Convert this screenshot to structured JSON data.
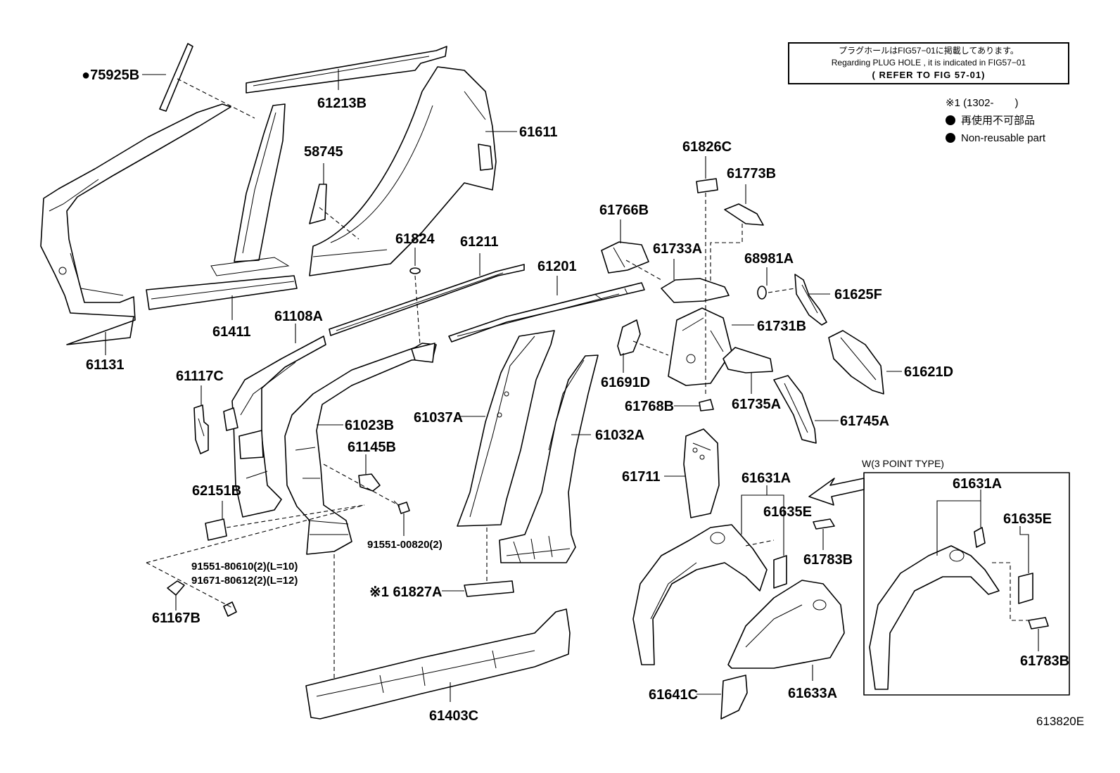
{
  "note": {
    "line1": "プラグホールはFIG57−01に掲載してあります。",
    "line2": "Regarding PLUG HOLE , it is indicated in FIG57−01",
    "line3": "( REFER TO FIG 57-01)"
  },
  "legend": {
    "range": "※1 (1302-　　)",
    "jp": "再使用不可部品",
    "en": "Non-reusable part"
  },
  "diagram_id": "613820E",
  "inset_title": "W(3 POINT TYPE)",
  "labels": {
    "p75925B": "●75925B",
    "p61213B": "61213B",
    "p61611": "61611",
    "p58745": "58745",
    "p61824": "61824",
    "p61211": "61211",
    "p61201": "61201",
    "p61411": "61411",
    "p61131": "61131",
    "p61108A": "61108A",
    "p61117C": "61117C",
    "p62151B": "62151B",
    "p61023B": "61023B",
    "p61145B": "61145B",
    "p9155100820": "91551-00820(2)",
    "p9155180610": "91551-80610(2)(L=10)",
    "p9167180612": "91671-80612(2)(L=12)",
    "p61167B": "61167B",
    "p61037A": "61037A",
    "p61032A": "61032A",
    "p61827A": "※1 61827A",
    "p61403C": "61403C",
    "p61826C": "61826C",
    "p61773B": "61773B",
    "p61766B": "61766B",
    "p61733A": "61733A",
    "p68981A": "68981A",
    "p61625F": "61625F",
    "p61731B": "61731B",
    "p61621D": "61621D",
    "p61691D": "61691D",
    "p61768B": "61768B",
    "p61735A": "61735A",
    "p61745A": "61745A",
    "p61711": "61711",
    "p61631A": "61631A",
    "p61635E": "61635E",
    "p61783B": "61783B",
    "p61641C": "61641C",
    "p61633A": "61633A",
    "w61631A": "61631A",
    "w61635E": "61635E",
    "w61783B": "61783B"
  }
}
